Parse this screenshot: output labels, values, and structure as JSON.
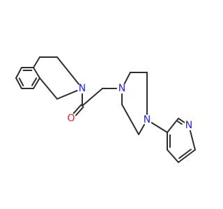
{
  "molecule": {
    "atoms": [
      {
        "id": "a1",
        "element": "C",
        "label": ""
      },
      {
        "id": "a2",
        "element": "C",
        "label": ""
      },
      {
        "id": "a3",
        "element": "C",
        "label": ""
      },
      {
        "id": "a4",
        "element": "C",
        "label": ""
      },
      {
        "id": "a5",
        "element": "C",
        "label": ""
      },
      {
        "id": "a6",
        "element": "C",
        "label": ""
      },
      {
        "id": "a7",
        "element": "C",
        "label": ""
      },
      {
        "id": "a8",
        "element": "C",
        "label": ""
      },
      {
        "id": "a9",
        "element": "N",
        "label": "N"
      },
      {
        "id": "a10",
        "element": "C",
        "label": ""
      },
      {
        "id": "a11",
        "element": "C",
        "label": ""
      },
      {
        "id": "a12",
        "element": "O",
        "label": "O"
      },
      {
        "id": "a13",
        "element": "C",
        "label": ""
      },
      {
        "id": "a14",
        "element": "N",
        "label": "N"
      },
      {
        "id": "a15",
        "element": "C",
        "label": ""
      },
      {
        "id": "a16",
        "element": "C",
        "label": ""
      },
      {
        "id": "a17",
        "element": "N",
        "label": "N"
      },
      {
        "id": "a18",
        "element": "C",
        "label": ""
      },
      {
        "id": "a19",
        "element": "C",
        "label": ""
      },
      {
        "id": "a20",
        "element": "C",
        "label": ""
      },
      {
        "id": "a21",
        "element": "C",
        "label": ""
      },
      {
        "id": "a22",
        "element": "C",
        "label": ""
      },
      {
        "id": "a23",
        "element": "C",
        "label": ""
      },
      {
        "id": "a24",
        "element": "N",
        "label": "N"
      },
      {
        "id": "a25",
        "element": "C",
        "label": ""
      }
    ],
    "bonds": [
      {
        "from": "a1",
        "to": "a2",
        "order": 2
      },
      {
        "from": "a2",
        "to": "a3",
        "order": 1
      },
      {
        "from": "a3",
        "to": "a4",
        "order": 2
      },
      {
        "from": "a4",
        "to": "a5",
        "order": 1
      },
      {
        "from": "a5",
        "to": "a6",
        "order": 2
      },
      {
        "from": "a6",
        "to": "a1",
        "order": 1
      },
      {
        "from": "a1",
        "to": "a7",
        "order": 1
      },
      {
        "from": "a7",
        "to": "a8",
        "order": 1
      },
      {
        "from": "a8",
        "to": "a9",
        "order": 1
      },
      {
        "from": "a9",
        "to": "a10",
        "order": 1
      },
      {
        "from": "a10",
        "to": "a6",
        "order": 1
      },
      {
        "from": "a9",
        "to": "a11",
        "order": 1
      },
      {
        "from": "a11",
        "to": "a12",
        "order": 2
      },
      {
        "from": "a11",
        "to": "a13",
        "order": 1
      },
      {
        "from": "a13",
        "to": "a14",
        "order": 1
      },
      {
        "from": "a14",
        "to": "a15",
        "order": 1
      },
      {
        "from": "a15",
        "to": "a16",
        "order": 1
      },
      {
        "from": "a16",
        "to": "a17",
        "order": 1
      },
      {
        "from": "a17",
        "to": "a18",
        "order": 1
      },
      {
        "from": "a18",
        "to": "a19",
        "order": 1
      },
      {
        "from": "a19",
        "to": "a14",
        "order": 1
      },
      {
        "from": "a17",
        "to": "a20",
        "order": 1
      },
      {
        "from": "a20",
        "to": "a21",
        "order": 2
      },
      {
        "from": "a21",
        "to": "a22",
        "order": 1
      },
      {
        "from": "a22",
        "to": "a23",
        "order": 2
      },
      {
        "from": "a23",
        "to": "a24",
        "order": 1
      },
      {
        "from": "a24",
        "to": "a25",
        "order": 2
      },
      {
        "from": "a25",
        "to": "a20",
        "order": 1
      }
    ]
  },
  "colors": {
    "bond": "#2e2e2e",
    "nitrogen": "#1f1fe0",
    "oxygen": "#e01f1f"
  }
}
